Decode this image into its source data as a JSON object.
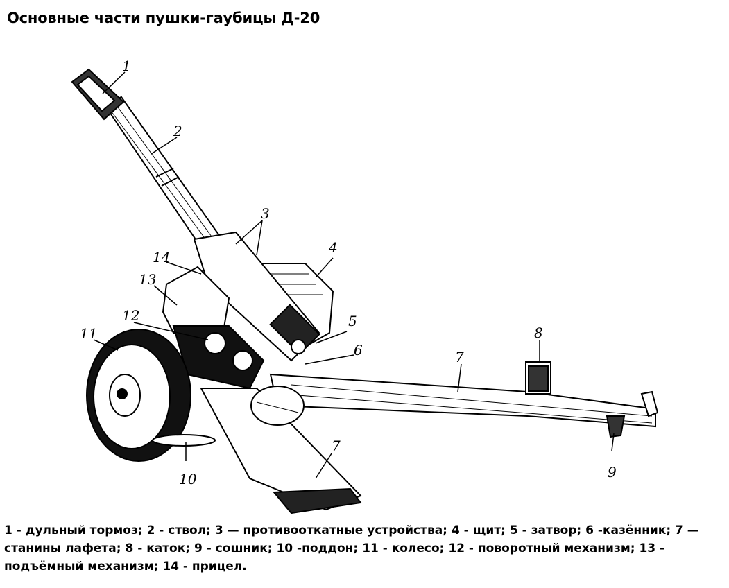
{
  "title": "Основные части пушки-гаубицы Д-20",
  "callouts": [
    "1",
    "2",
    "3",
    "4",
    "5",
    "6",
    "7",
    "7",
    "8",
    "9",
    "10",
    "11",
    "12",
    "13",
    "14"
  ],
  "legend": [
    "1 - дульный тормоз;",
    "2 - ствол;",
    "3 — противооткатные устройства;",
    "4 - щит;",
    "5 - затвор;",
    "6 -казённик;",
    "7 — станины лафета;",
    "8 - каток;",
    "9 - сошник;",
    "10 -поддон;",
    "11 - колесо;",
    "12 - поворотный механизм;",
    "13 - подъёмный механизм;",
    "14 - прицел."
  ]
}
